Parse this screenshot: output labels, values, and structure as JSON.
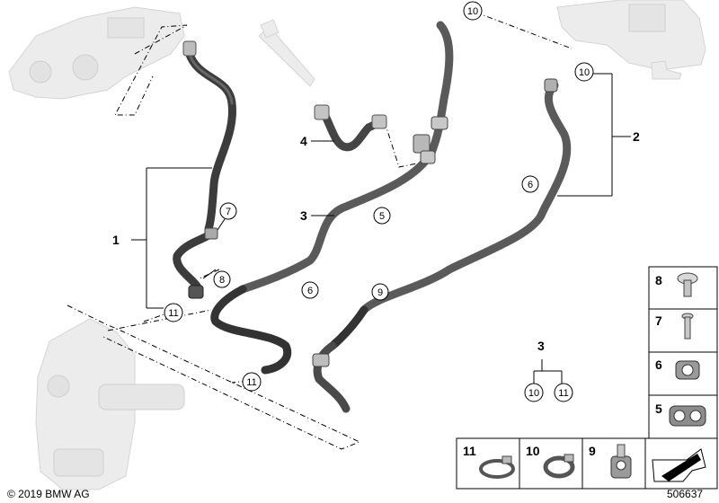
{
  "diagram": {
    "copyright": "© 2019 BMW AG",
    "diagram_number": "506637",
    "callouts": {
      "c1": "1",
      "c2": "2",
      "c3": "3",
      "c4": "4",
      "c3b": "3",
      "c5": "5",
      "c6a": "6",
      "c6b": "6",
      "c7": "7",
      "c8": "8",
      "c9": "9",
      "c10a": "10",
      "c10b": "10",
      "c10c": "10",
      "c11a": "11",
      "c11b": "11",
      "c11c": "11"
    },
    "parts_legend": {
      "p8": "8",
      "p7": "7",
      "p6": "6",
      "p5": "5",
      "p11": "11",
      "p10": "10",
      "p9": "9"
    }
  }
}
